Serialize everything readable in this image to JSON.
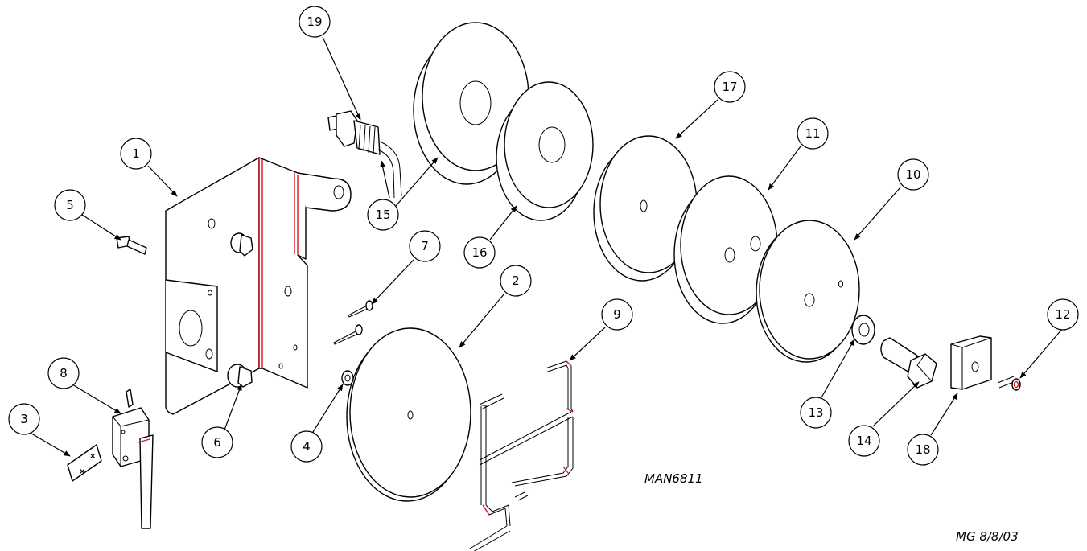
{
  "drawing_id": "MAN6811",
  "revision_note": "MG 8/8/03",
  "balloons": [
    {
      "id": "callout-1",
      "label": "1"
    },
    {
      "id": "callout-2",
      "label": "2"
    },
    {
      "id": "callout-3",
      "label": "3"
    },
    {
      "id": "callout-4",
      "label": "4"
    },
    {
      "id": "callout-5",
      "label": "5"
    },
    {
      "id": "callout-6",
      "label": "6"
    },
    {
      "id": "callout-7",
      "label": "7"
    },
    {
      "id": "callout-8",
      "label": "8"
    },
    {
      "id": "callout-9",
      "label": "9"
    },
    {
      "id": "callout-10",
      "label": "10"
    },
    {
      "id": "callout-11",
      "label": "11"
    },
    {
      "id": "callout-12",
      "label": "12"
    },
    {
      "id": "callout-13",
      "label": "13"
    },
    {
      "id": "callout-14",
      "label": "14"
    },
    {
      "id": "callout-15",
      "label": "15"
    },
    {
      "id": "callout-16",
      "label": "16"
    },
    {
      "id": "callout-17",
      "label": "17"
    },
    {
      "id": "callout-18",
      "label": "18"
    },
    {
      "id": "callout-19",
      "label": "19"
    }
  ]
}
